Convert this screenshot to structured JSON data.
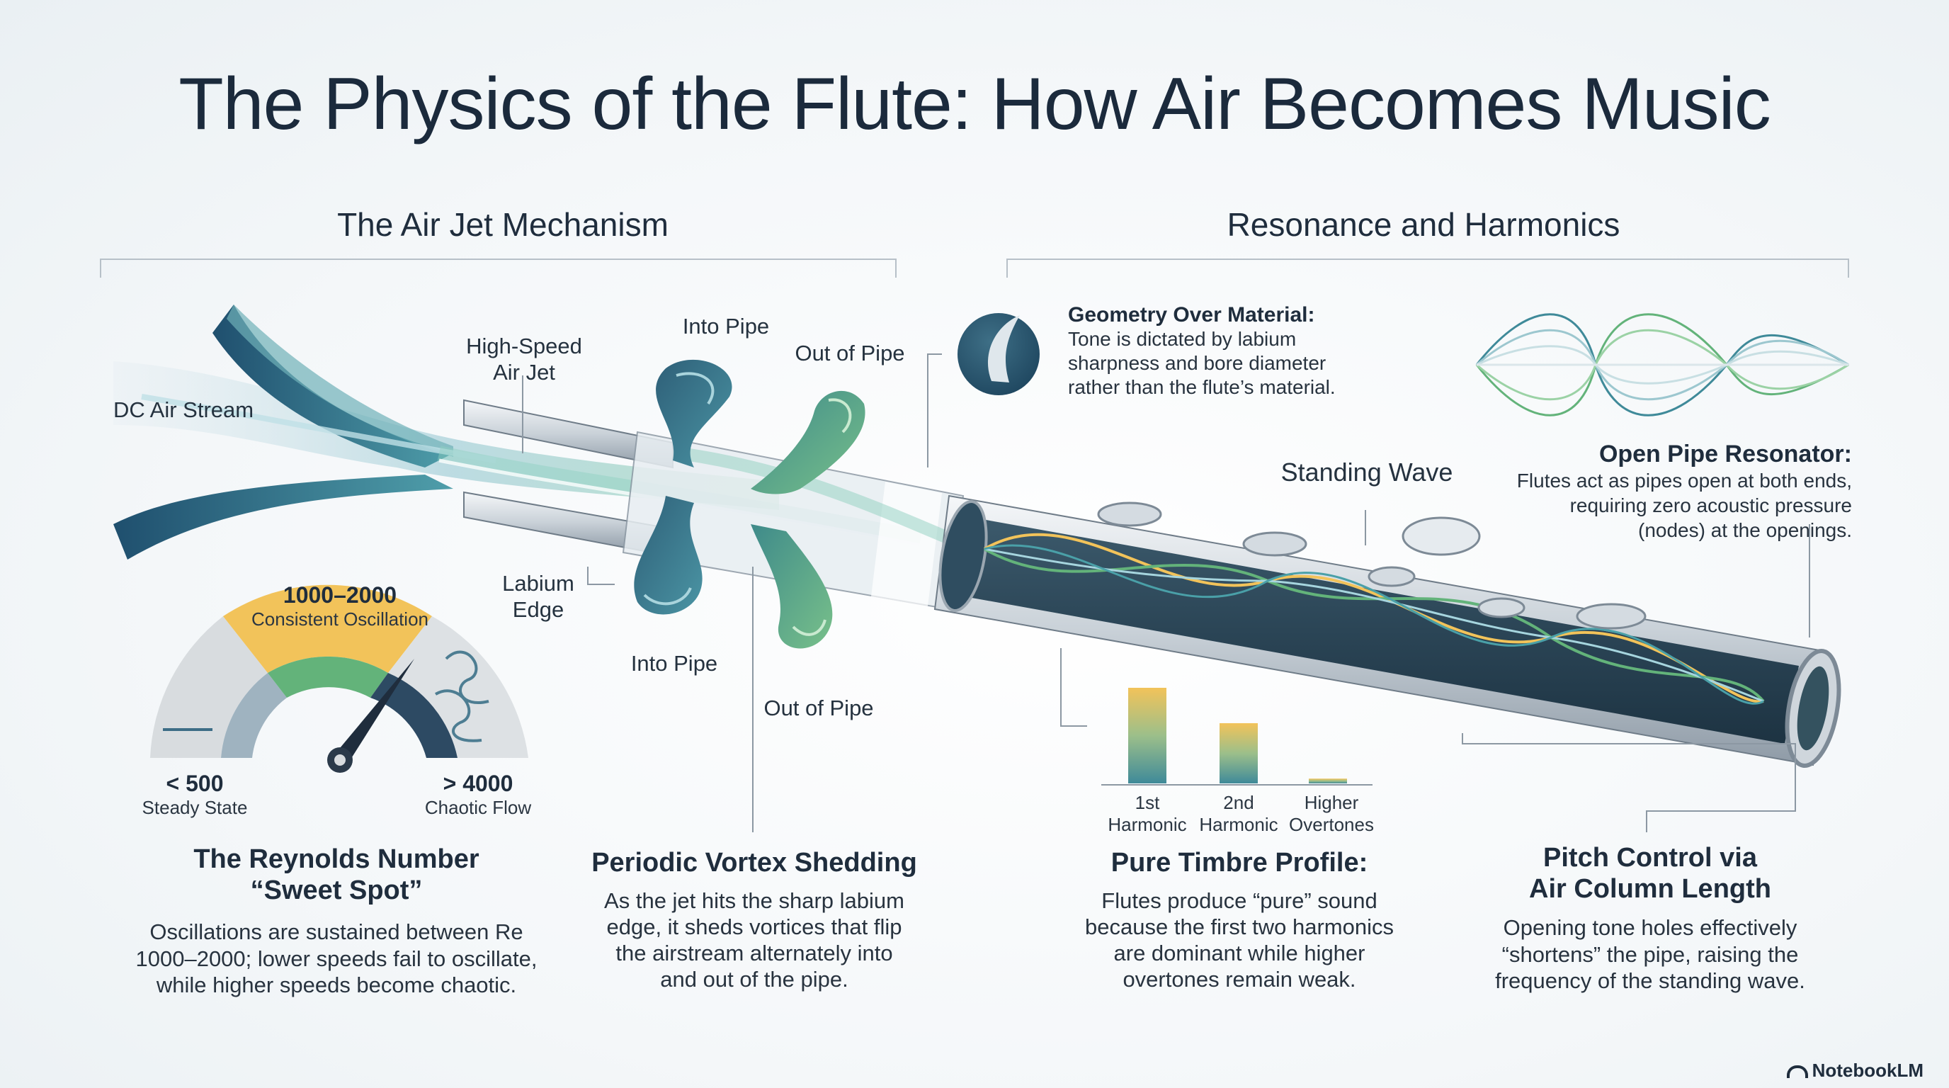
{
  "title": "The Physics of the Flute: How Air Becomes Music",
  "sections": {
    "left_title": "The Air Jet Mechanism",
    "right_title": "Resonance and Harmonics"
  },
  "air_jet": {
    "dc_air_stream": "DC Air Stream",
    "high_speed_jet_line1": "High-Speed",
    "high_speed_jet_line2": "Air Jet",
    "into_pipe_top": "Into Pipe",
    "out_of_pipe_top": "Out of Pipe",
    "labium_line1": "Labium",
    "labium_line2": "Edge",
    "into_pipe_bottom": "Into Pipe",
    "out_of_pipe_bottom": "Out of Pipe"
  },
  "gauge": {
    "range_value": "1000–2000",
    "range_label": "Consistent Oscillation",
    "low_value": "< 500",
    "low_label": "Steady State",
    "high_value": "> 4000",
    "high_label": "Chaotic Flow"
  },
  "reynolds": {
    "heading_line1": "The Reynolds Number",
    "heading_line2": "“Sweet Spot”",
    "body_line1": "Oscillations are sustained between Re",
    "body_line2": "1000–2000; lower speeds fail to oscillate,",
    "body_line3": "while higher speeds become chaotic."
  },
  "vortex": {
    "heading": "Periodic Vortex Shedding",
    "body_line1": "As the jet hits the sharp labium",
    "body_line2": "edge, it sheds vortices that flip",
    "body_line3": "the airstream alternately into",
    "body_line4": "and out of the pipe."
  },
  "geometry": {
    "heading": "Geometry Over Material:",
    "body_line1": "Tone is dictated by labium",
    "body_line2": "sharpness and bore diameter",
    "body_line3": "rather than the flute’s material."
  },
  "standing_wave": "Standing Wave",
  "open_pipe": {
    "heading": "Open Pipe Resonator:",
    "body_line1": "Flutes act as pipes open at both ends,",
    "body_line2": "requiring zero acoustic pressure",
    "body_line3": "(nodes) at the openings."
  },
  "harmonics_chart": {
    "bars": [
      {
        "label_line1": "1st",
        "label_line2": "Harmonic",
        "value": 1.0
      },
      {
        "label_line1": "2nd",
        "label_line2": "Harmonic",
        "value": 0.63
      },
      {
        "label_line1": "Higher",
        "label_line2": "Overtones",
        "value": 0.05
      }
    ]
  },
  "timbre": {
    "heading": "Pure Timbre Profile:",
    "body_line1": "Flutes produce “pure” sound",
    "body_line2": "because the first two harmonics",
    "body_line3": "are dominant while higher",
    "body_line4": "overtones remain weak."
  },
  "pitch": {
    "heading_line1": "Pitch Control via",
    "heading_line2": "Air Column Length",
    "body_line1": "Opening tone holes effectively",
    "body_line2": "“shortens” the pipe, raising the",
    "body_line3": "frequency of the standing wave."
  },
  "brand": "NotebookLM",
  "colors": {
    "teal_dark": "#2b5a78",
    "teal": "#3f8a99",
    "green": "#63b37a",
    "yellow": "#f2c35a",
    "grey": "#d6d9dc"
  }
}
